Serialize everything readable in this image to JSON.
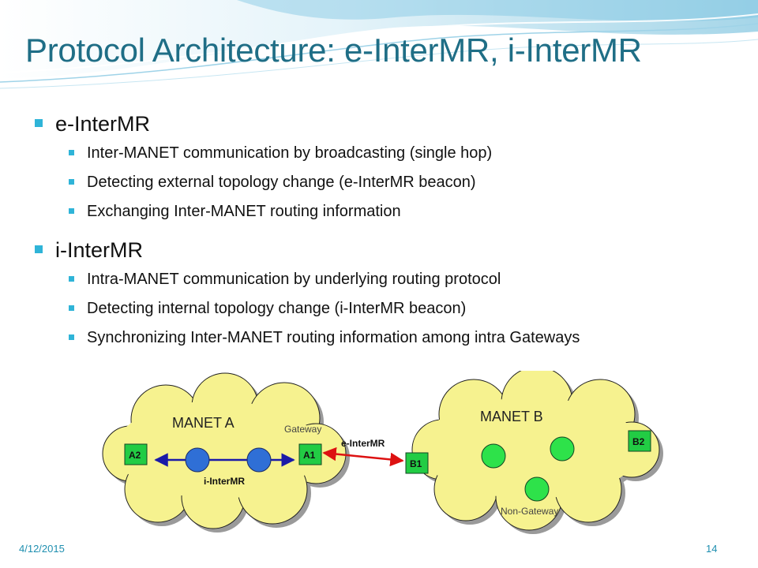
{
  "slide": {
    "title": "Protocol Architecture: e-InterMR, i-InterMR",
    "bullets": [
      {
        "text": "e-InterMR",
        "sub": [
          "Inter-MANET communication by broadcasting (single hop)",
          "Detecting external topology change (e-InterMR beacon)",
          "Exchanging Inter-MANET routing information"
        ]
      },
      {
        "text": "i-InterMR",
        "sub": [
          "Intra-MANET communication by underlying routing protocol",
          "Detecting internal topology change (i-InterMR beacon)",
          "Synchronizing Inter-MANET routing information among intra Gateways"
        ]
      }
    ],
    "diagram": {
      "manet_a_label": "MANET A",
      "manet_b_label": "MANET B",
      "gateway_label": "Gateway",
      "non_gateway_label": "Non-Gateway",
      "e_intermr_label": "e-InterMR",
      "i_intermr_label": "i-InterMR",
      "node_a1": "A1",
      "node_a2": "A2",
      "node_b1": "B1",
      "node_b2": "B2",
      "colors": {
        "cloud_fill": "#f6f28f",
        "gateway_fill": "#22cc44",
        "blue_node": "#2f6fd6",
        "green_node": "#2ee24a",
        "blue_link": "#1a1aa8",
        "red_link": "#dd1111"
      }
    },
    "footer": {
      "date": "4/12/2015",
      "page": "14"
    }
  }
}
